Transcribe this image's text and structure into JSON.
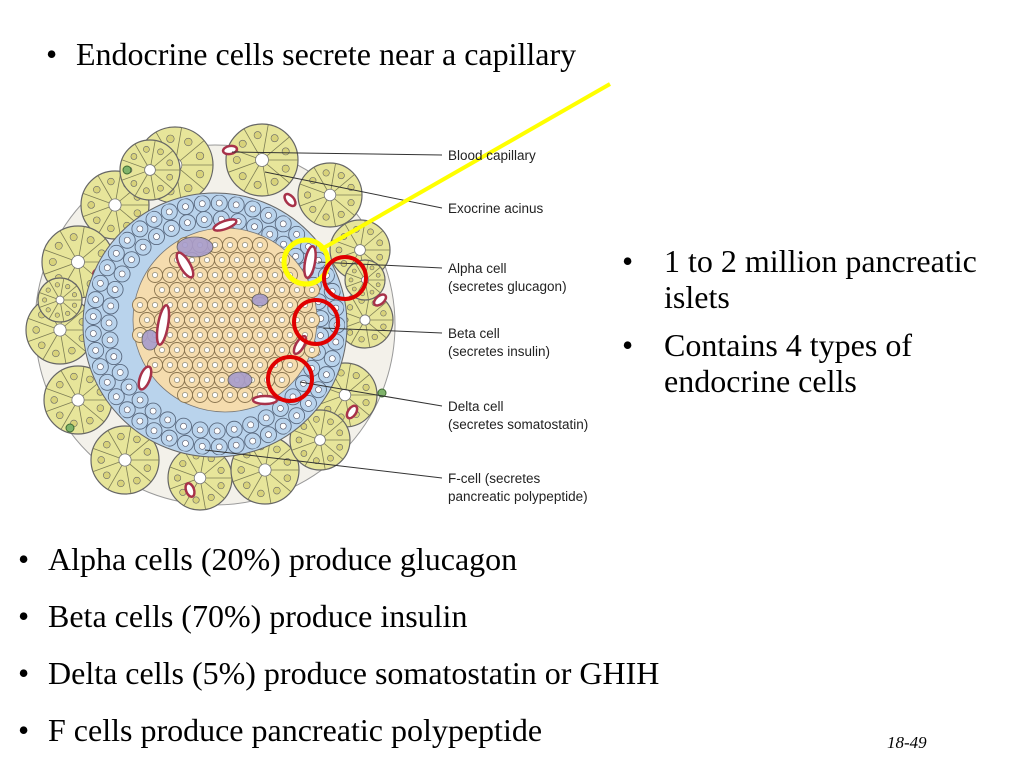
{
  "title": "Endocrine cells secrete near a capillary",
  "bullet_char": "•",
  "right_bullets": [
    "1 to 2 million pancreatic islets",
    "Contains 4 types of endocrine cells"
  ],
  "bottom_bullets": [
    "Alpha cells (20%) produce glucagon",
    "Beta cells (70%) produce insulin",
    "Delta cells (5%) produce somatostatin or GHIH",
    "F cells produce pancreatic polypeptide"
  ],
  "diagram_labels": {
    "blood_capillary": "Blood capillary",
    "exocrine_acinus": "Exocrine acinus",
    "alpha_cell": "Alpha cell",
    "alpha_cell_note": "(secretes glucagon)",
    "beta_cell": "Beta cell",
    "beta_cell_note": "(secretes insulin)",
    "delta_cell": "Delta cell",
    "delta_cell_note": "(secretes somatostatin)",
    "f_cell": "F-cell (secretes",
    "f_cell_note": "pancreatic polypeptide)"
  },
  "page_number": "18-49",
  "colors": {
    "acinus": "#e7e59a",
    "alpha": "#b9d3ec",
    "beta": "#f5dcae",
    "delta": "#a79ccc",
    "capillary": "#a8324a",
    "highlight_yellow": "#ffff00",
    "highlight_red": "#e00000"
  }
}
